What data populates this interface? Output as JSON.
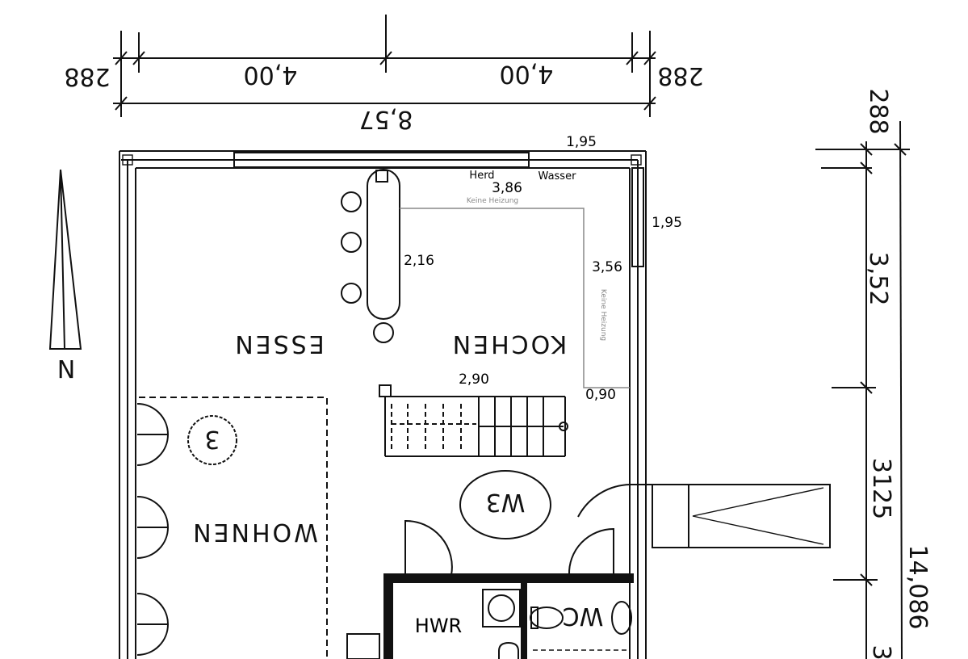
{
  "top_dimensions": {
    "left_wall": "288",
    "left_span": "4,00",
    "right_span": "4,00",
    "right_wall": "288",
    "total": "8,57"
  },
  "right_dimensions": {
    "wall": "288",
    "seg1": "3,52",
    "seg2": "3125",
    "total": "14,086",
    "seg3_partial": "3"
  },
  "annotations": {
    "top_window": "1,95",
    "herd": "Herd",
    "kitchen_width": "3,86",
    "wasser": "Wasser",
    "no_heating_top": "Keine Heizung",
    "right_window": "1,95",
    "counter_length": "2,16",
    "kitchen_depth": "3,56",
    "no_heating_side": "Keine Heizung",
    "stair_width": "2,90",
    "corner_offset": "0,90"
  },
  "rooms": {
    "essen": "ESSEN",
    "kochen": "KOCHEN",
    "wohnen": "WOHNEN",
    "hwr": "HWR",
    "wc": "WC",
    "w3": "W3",
    "circle_3": "3"
  },
  "north": "N"
}
